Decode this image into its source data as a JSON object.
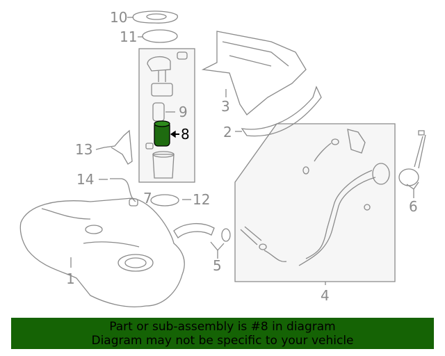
{
  "diagram": {
    "callouts": [
      {
        "id": "10",
        "label": "10"
      },
      {
        "id": "11",
        "label": "11"
      },
      {
        "id": "9",
        "label": "9"
      },
      {
        "id": "8",
        "label": "8",
        "highlighted": true
      },
      {
        "id": "13",
        "label": "13"
      },
      {
        "id": "14",
        "label": "14"
      },
      {
        "id": "7",
        "label": "7"
      },
      {
        "id": "12",
        "label": "12"
      },
      {
        "id": "3",
        "label": "3"
      },
      {
        "id": "2",
        "label": "2"
      },
      {
        "id": "1",
        "label": "1"
      },
      {
        "id": "5",
        "label": "5"
      },
      {
        "id": "4",
        "label": "4"
      },
      {
        "id": "6",
        "label": "6"
      }
    ],
    "line_color": "#8a8a8a",
    "highlight_color": "#1e6b10"
  },
  "banner": {
    "line1": "Part or sub-assembly is #8 in diagram",
    "line2": "Diagram may not be specific to your vehicle",
    "color": "#156305"
  }
}
